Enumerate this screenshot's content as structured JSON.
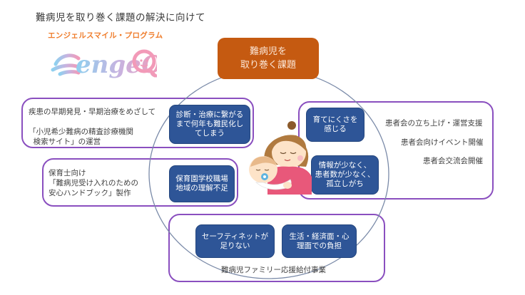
{
  "header": {
    "title": "難病児を取り巻く課題の解決に向けて",
    "program_name": "エンジェルスマイル・プログラム",
    "logo_text": "engeQ"
  },
  "center": {
    "label": "難病児を\n取り巻く課題"
  },
  "groups": [
    {
      "id": "top-left",
      "activity": "疾患の早期発見・早期治療をめざして\n\n「小児希少難病の精査診療機関\n  検索サイト」の運営",
      "issues": [
        "診断・治療に繋がる\nまで何年も難民化し\nてしまう"
      ]
    },
    {
      "id": "middle-left",
      "activity": "保育士向け\n「難病児受け入れのための\n安心ハンドブック」製作",
      "issues": [
        "保育園学校職場\n地域の理解不足"
      ]
    },
    {
      "id": "right",
      "activity_lines": [
        "患者会の立ち上げ・運営支援",
        "患者会向けイベント開催",
        "患者会交流会開催"
      ],
      "issues": [
        "育てにくさを\n感じる",
        "情報が少なく、\n患者数が少なく、\n孤立しがち"
      ]
    },
    {
      "id": "bottom",
      "activity": "難病児ファミリー応援給付事業",
      "issues": [
        "セーフティネットが\n足りない",
        "生活・経済面・心\n理面での負担"
      ]
    }
  ],
  "colors": {
    "center_box": "#c55a11",
    "issue_box": "#2e5597",
    "group_border": "#8a4fbf",
    "ring": "#7a8aa8",
    "program_text": "#ef7d2c"
  },
  "illustration": "mother-holding-baby"
}
